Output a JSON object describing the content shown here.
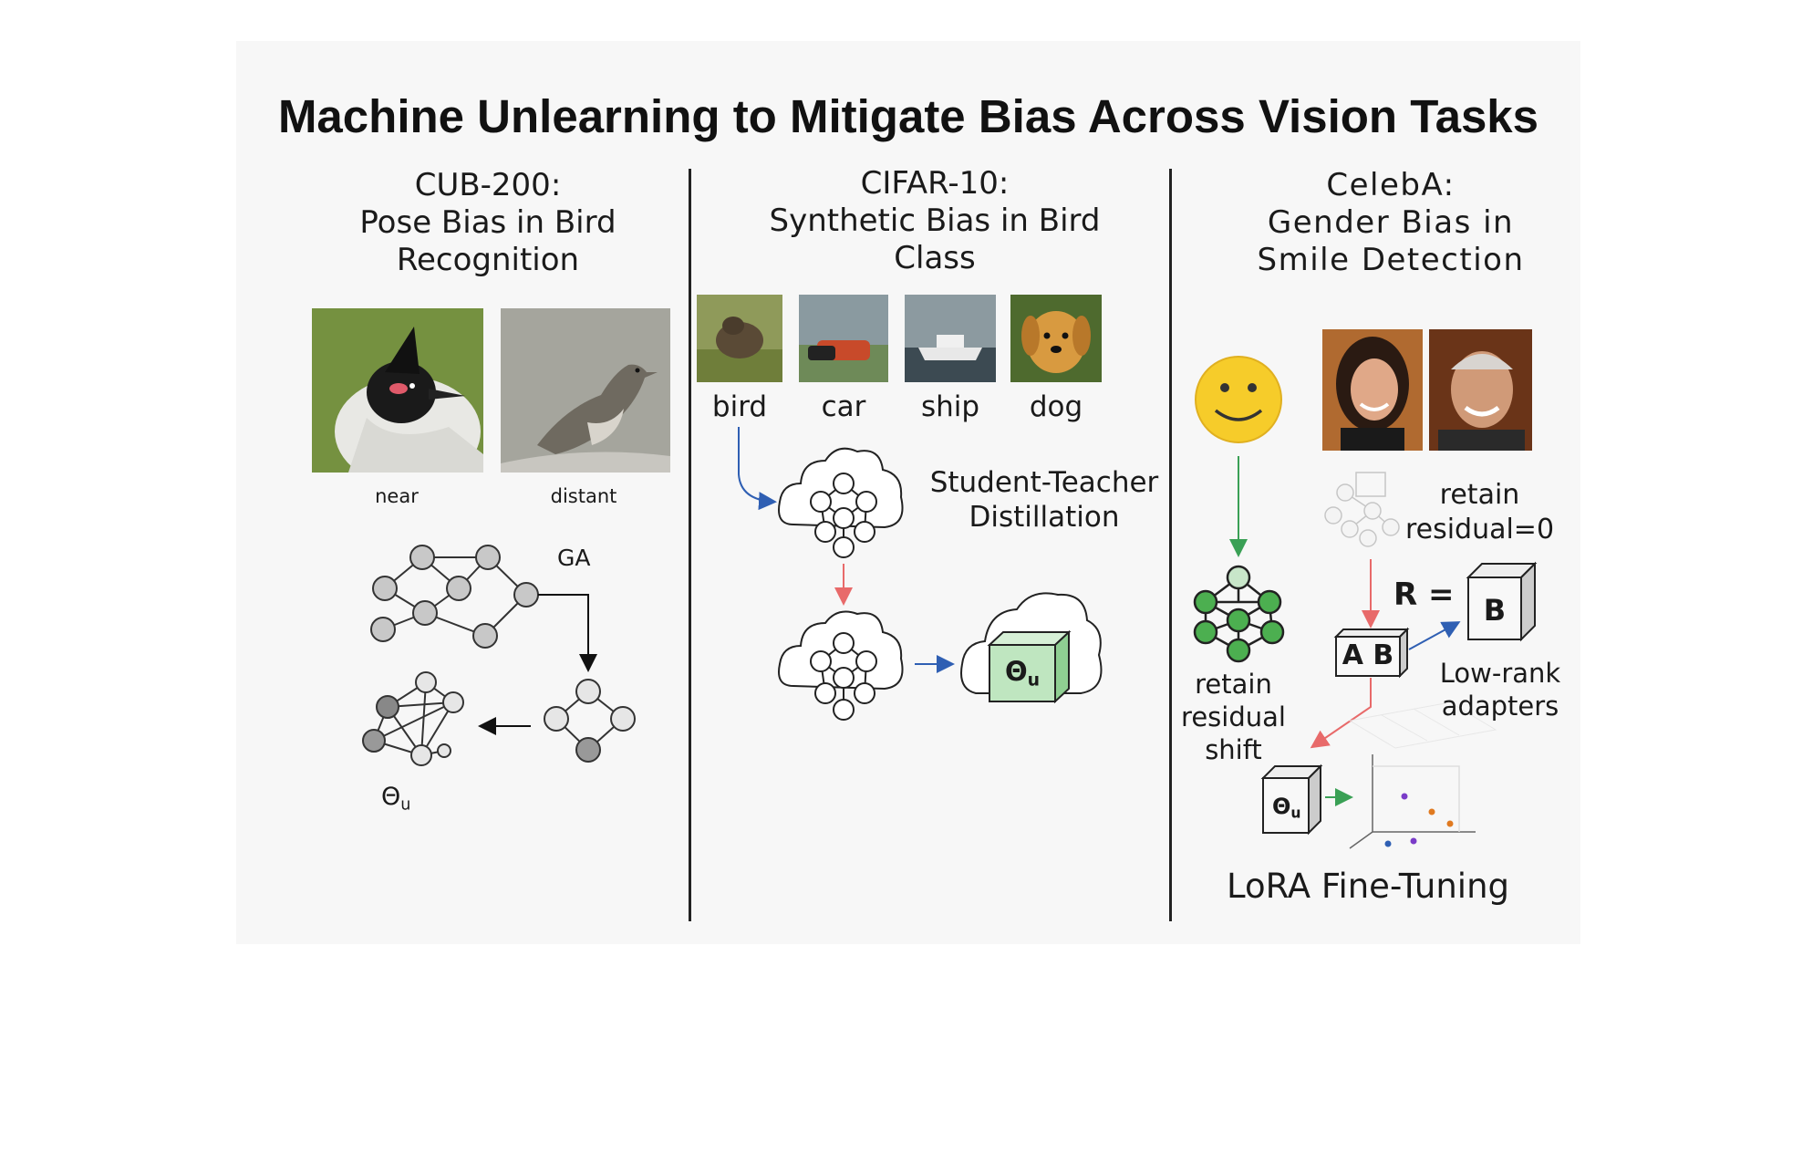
{
  "title": "Machine Unlearning to Mitigate Bias Across Vision Tasks",
  "cub": {
    "heading": [
      "CUB-200:",
      "Pose Bias in Bird",
      "Recognition"
    ],
    "image_labels": [
      "near",
      "distant"
    ],
    "ga_label": "GA",
    "theta_label": "Θ",
    "theta_sub": "u"
  },
  "cifar": {
    "heading": [
      "CIFAR-10:",
      "Synthetic Bias in Bird",
      "Class"
    ],
    "classes": [
      "bird",
      "car",
      "ship",
      "dog"
    ],
    "distill_label": [
      "Student-Teacher",
      "Distillation"
    ],
    "theta_label": "Θ",
    "theta_sub": "u"
  },
  "celeba": {
    "heading": [
      "CelebA:",
      "Gender Bias in",
      "Smile Detection"
    ],
    "retain_zero": [
      "retain",
      "residual=0"
    ],
    "r_equals": "R =",
    "b_box": "B",
    "ab_box": "A B",
    "low_rank": [
      "Low-rank",
      "adapters"
    ],
    "retain_shift": [
      "retain",
      "residual",
      "shift"
    ],
    "theta_label": "Θ",
    "theta_sub": "u",
    "lora": "LoRA Fine-Tuning"
  },
  "colors": {
    "blue_arrow": "#2f5fb3",
    "red_arrow": "#e86a6a",
    "green_arrow": "#3aa055",
    "green_node": "#4caf50",
    "theta_box": "#bfe6c0"
  },
  "icons": [
    "smiley-face-icon",
    "neural-network-icon",
    "cloud-icon",
    "cube-icon",
    "graph-icon",
    "scatter-plot-icon"
  ]
}
